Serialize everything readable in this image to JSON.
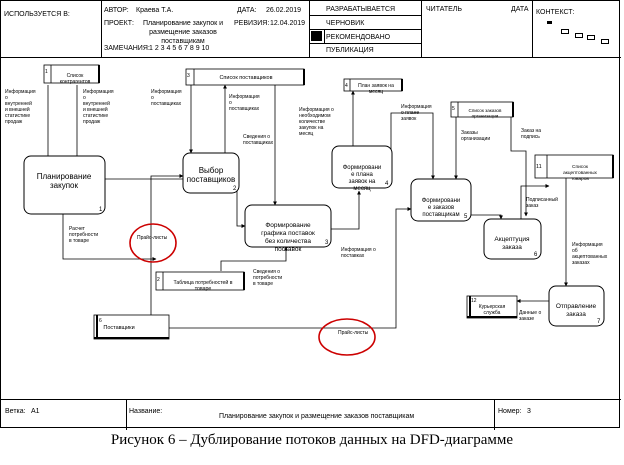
{
  "header": {
    "used_in": "ИСПОЛЬЗУЕТСЯ В:",
    "author_label": "АВТОР:",
    "author_value": "Краева Т.А.",
    "date_label": "ДАТА:",
    "date_value": "26.02.2019",
    "project_label": "ПРОЕКТ:",
    "project_value": "Планирование закупок и размещение заказов поставщикам",
    "revision_label": "РЕВИЗИЯ:",
    "revision_value": "12.04.2019",
    "notes_label": "ЗАМЕЧАНИЯ:",
    "notes_value": "1 2 3 4 5 6 7 8 9 10",
    "status_working": "РАЗРАБАТЫВАЕТСЯ",
    "status_draft": "ЧЕРНОВИК",
    "status_recommended": "РЕКОМЕНДОВАНО",
    "status_publication": "ПУБЛИКАЦИЯ",
    "reader_label": "ЧИТАТЕЛЬ",
    "reader_date_label": "ДАТА",
    "context_label": "КОНТЕКСТ:"
  },
  "processes": {
    "p1": {
      "title": "Планирование закупок",
      "num": "1"
    },
    "p2": {
      "title": "Выбор поставщиков",
      "num": "2"
    },
    "p3": {
      "title": "Формирование графика поставок без количества поставок",
      "num": "3"
    },
    "p4": {
      "title": "Формировани е плана заявок на месяц",
      "num": "4"
    },
    "p5": {
      "title": "Формировани е заказов поставщикам",
      "num": "5"
    },
    "p6": {
      "title": "Акцептуция заказа",
      "num": "6"
    },
    "p7": {
      "title": "Отправление заказа",
      "num": "7"
    }
  },
  "stores": {
    "s1": {
      "num": "1",
      "name": "Список контрагентов"
    },
    "s3": {
      "num": "3",
      "name": "Список поставщиков"
    },
    "s4": {
      "num": "4",
      "name": "План заявок на месяц"
    },
    "s5": {
      "num": "5",
      "name": "Список заказов организации"
    },
    "s11": {
      "num": "11",
      "name": "Список акцептованных товаров"
    },
    "s2": {
      "num": "2",
      "name": "Таблица потребностей в товаре"
    }
  },
  "externals": {
    "e6": {
      "num": "6",
      "name": "Поставщики"
    },
    "e12": {
      "num": "12",
      "name": "Курьерская служба"
    }
  },
  "labels": {
    "l1": "Информация о внутренней и внешней статистике продаж",
    "l2": "Информация о внутренней и внешней статистике продаж",
    "l3": "Информация о поставщиках",
    "l4": "Информация о поставщиках",
    "l5": "Сведения о поставщиках",
    "l6": "Информация о необходимом количестве закупок на месяц",
    "l7": "Информация о плане заявок",
    "l8": "Заказы организации",
    "l9": "Заказ на подпись",
    "l10": "Подписанный заказ",
    "l11": "Информация об акцептованных заказах",
    "l12": "Данные о заказе",
    "l13": "Расчет потребности в товаре",
    "l14": "Прайс-листы",
    "l15": "Сведения о потребности в товаре",
    "l16": "Информация о поставках",
    "l17": "Прайс-листы"
  },
  "footer": {
    "node_label": "Ветка:",
    "node_value": "А1",
    "title_label": "Название:",
    "title_value": "Планирование закупок и размещение заказов поставщикам",
    "number_label": "Номер:",
    "number_value": "3"
  },
  "caption": "Рисунок 6 – Дублирование потоков данных на DFD-диаграмме",
  "colors": {
    "highlight": "#cc0000",
    "line": "#000000"
  }
}
